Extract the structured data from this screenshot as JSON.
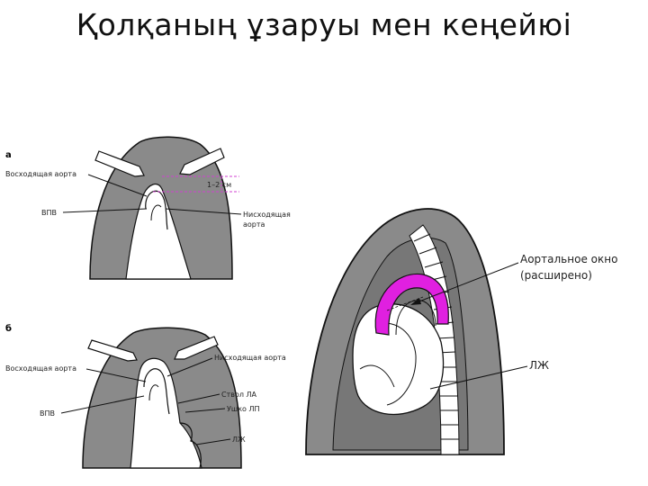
{
  "title": "Қолқаның ұзаруы мен кеңейюі",
  "panel_a": {
    "letter": "а",
    "labels": {
      "ascending_aorta": "Восходящая аорта",
      "distance": "1–2 см",
      "svc": "ВПВ",
      "descending_aorta_1": "Нисходящая",
      "descending_aorta_2": "аорта"
    }
  },
  "panel_b": {
    "letter": "б",
    "labels": {
      "ascending_aorta": "Восходящая аорта",
      "descending_aorta": "Нисходящая аорта",
      "pulmonary_trunk": "Ствол ЛА",
      "left_atrial_appendage": "Ушко ЛП",
      "svc": "ВПВ",
      "left_ventricle": "ЛЖ"
    }
  },
  "panel_lateral": {
    "labels": {
      "aortic_window_1": "Аортальное окно",
      "aortic_window_2": "(расширено)",
      "left_ventricle": "ЛЖ"
    }
  },
  "colors": {
    "tissue_gray": "#8a8a8a",
    "outline": "#111111",
    "highlight_magenta": "#e020e0",
    "dashed_guide": "#d040d0"
  }
}
